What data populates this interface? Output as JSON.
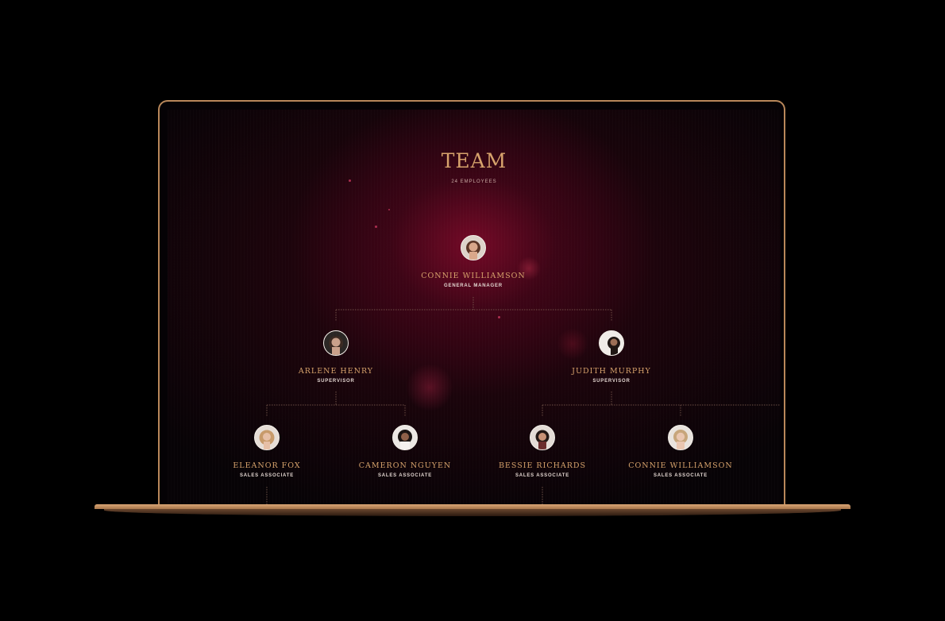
{
  "page": {
    "title": "TEAM",
    "subtitle": "24 EMPLOYEES"
  },
  "colors": {
    "accent": "#d6a26b",
    "frame": "#b8875a",
    "background": "#070306",
    "glow": "#780a28"
  },
  "org_chart": {
    "root": {
      "name": "CONNIE WILLIAMSON",
      "role": "GENERAL MANAGER",
      "avatar": "portrait-photo"
    },
    "supervisors": [
      {
        "name": "ARLENE HENRY",
        "role": "SUPERVISOR",
        "avatar": "portrait-photo"
      },
      {
        "name": "JUDITH MURPHY",
        "role": "SUPERVISOR",
        "avatar": "portrait-photo"
      }
    ],
    "associates": [
      {
        "name": "ELEANOR FOX",
        "role": "SALES ASSOCIATE",
        "avatar": "portrait-photo"
      },
      {
        "name": "CAMERON NGUYEN",
        "role": "SALES ASSOCIATE",
        "avatar": "portrait-photo"
      },
      {
        "name": "BESSIE RICHARDS",
        "role": "SALES ASSOCIATE",
        "avatar": "portrait-photo"
      },
      {
        "name": "CONNIE WILLIAMSON",
        "role": "SALES ASSOCIATE",
        "avatar": "portrait-photo"
      }
    ]
  }
}
